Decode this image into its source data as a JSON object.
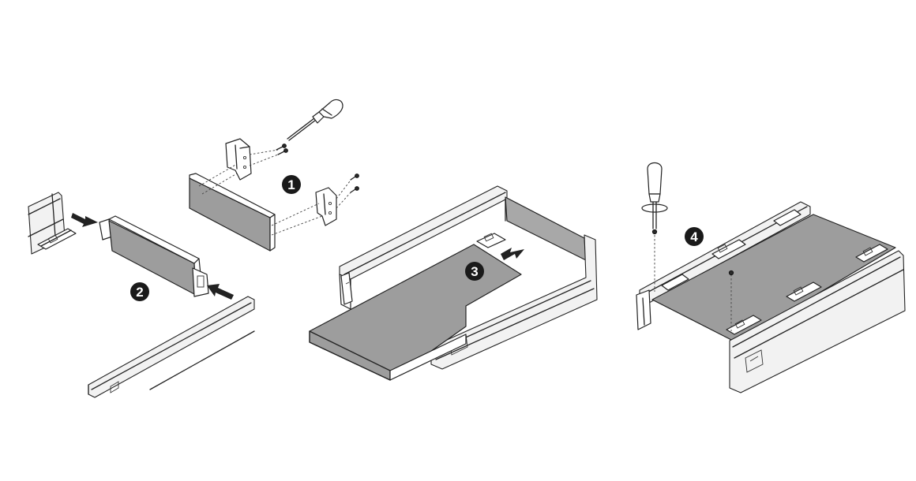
{
  "steps": [
    {
      "number": "1",
      "label": "1"
    },
    {
      "number": "2",
      "label": "2"
    },
    {
      "number": "3",
      "label": "3"
    },
    {
      "number": "4",
      "label": "4"
    }
  ],
  "colors": {
    "panel_fill": "#9d9d9d",
    "badge_fill": "#1a1a1a",
    "line": "#222222",
    "background": "#ffffff"
  },
  "icons": [
    "screwdriver-icon",
    "arrow-icon",
    "screw-icon",
    "bracket-icon"
  ]
}
